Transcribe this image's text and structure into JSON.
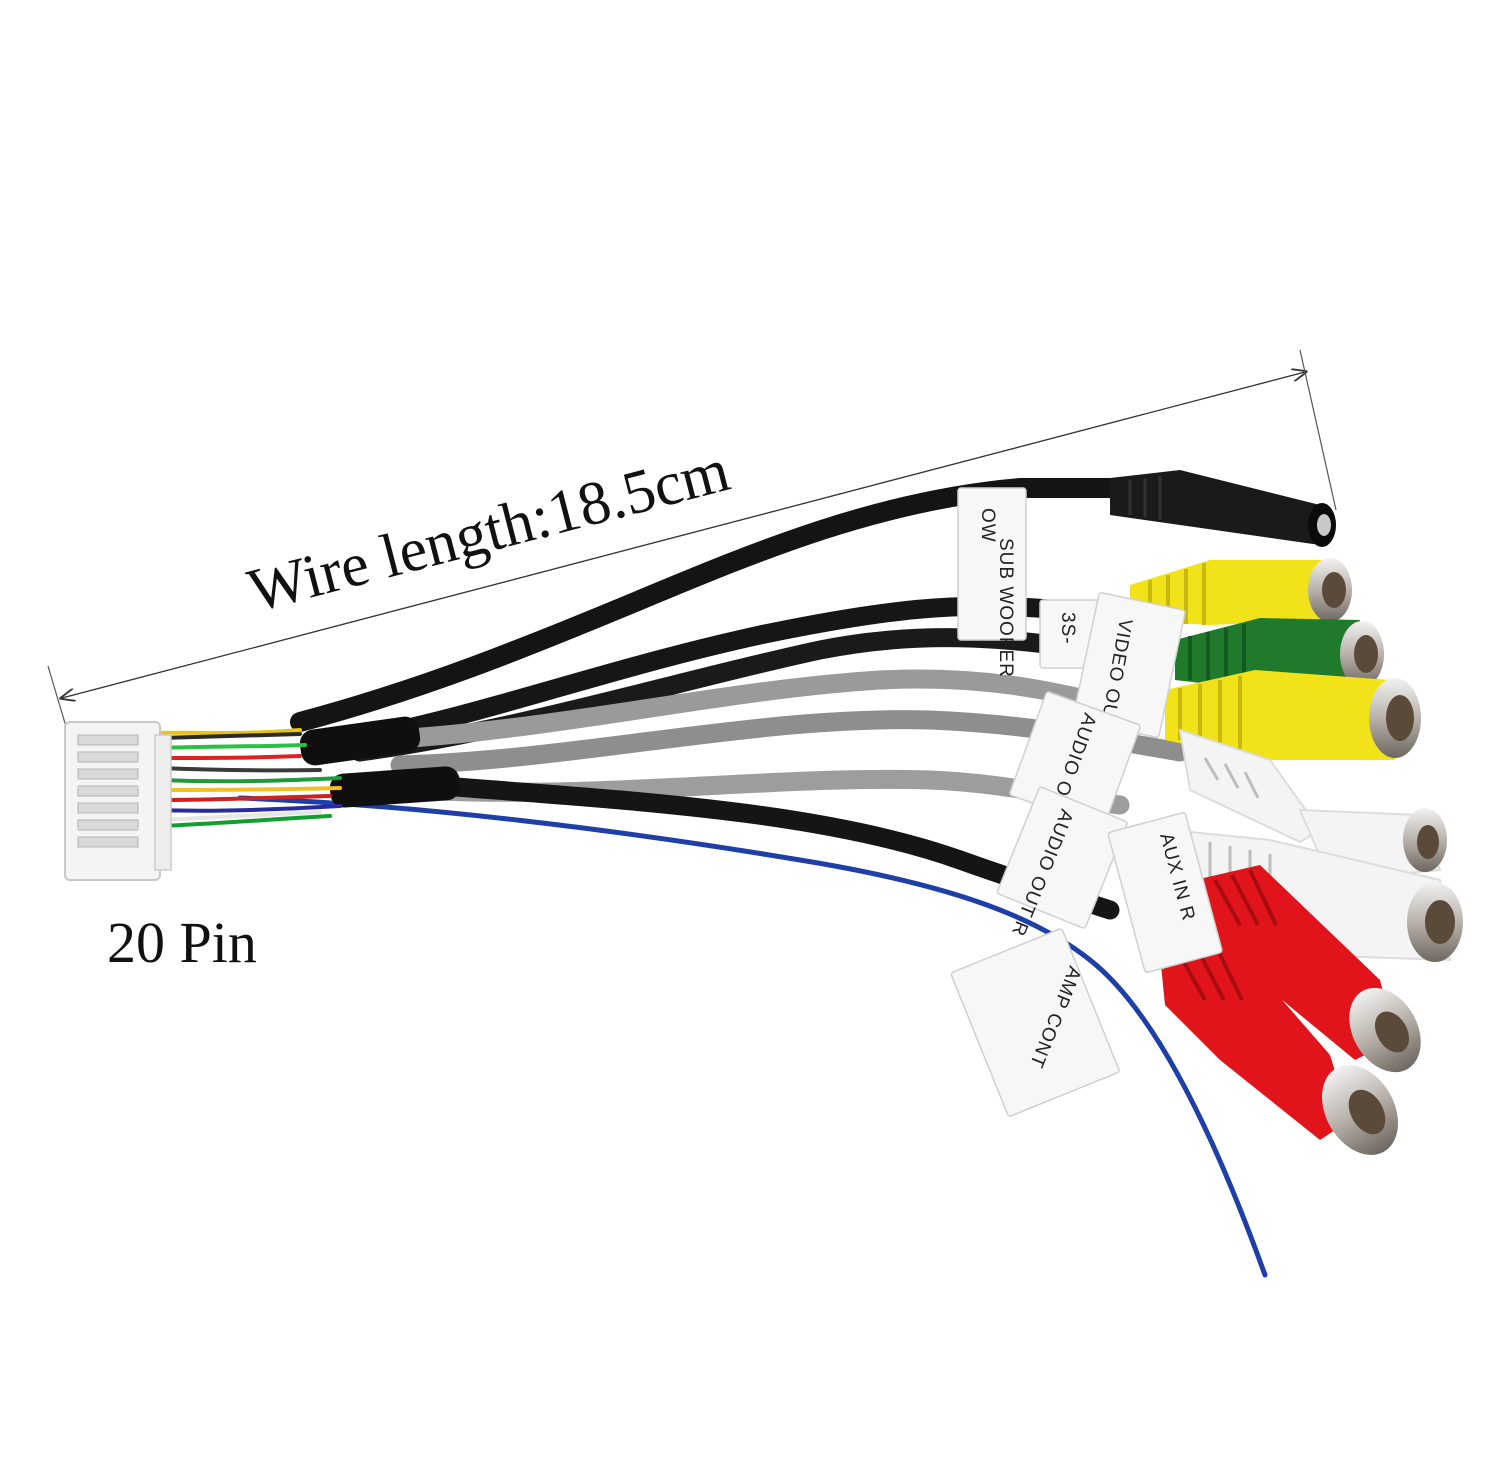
{
  "annotations": {
    "wire_length": "Wire length:18.5cm",
    "pin_count": "20 Pin"
  },
  "cable_tags": {
    "sub_woofer": "SUB WOOFER",
    "sub_woofer_top": "OW",
    "video_out": "VIDEO OUT",
    "audio_out_l": "AUDIO OUT L",
    "audio_out_r": "AUDIO OUT R",
    "aux_in_r": "AUX IN R",
    "amp_cont": "AMP CONT",
    "partial_tag": "3S-"
  },
  "connector_colors": {
    "black": "#1a1a1a",
    "yellow": "#f2e21a",
    "green": "#1f7a2c",
    "white": "#f4f4f4",
    "red": "#e0141a"
  },
  "wire_colors": {
    "black": "#151515",
    "grey": "#9a9a9a",
    "blue": "#1e3fa8"
  }
}
